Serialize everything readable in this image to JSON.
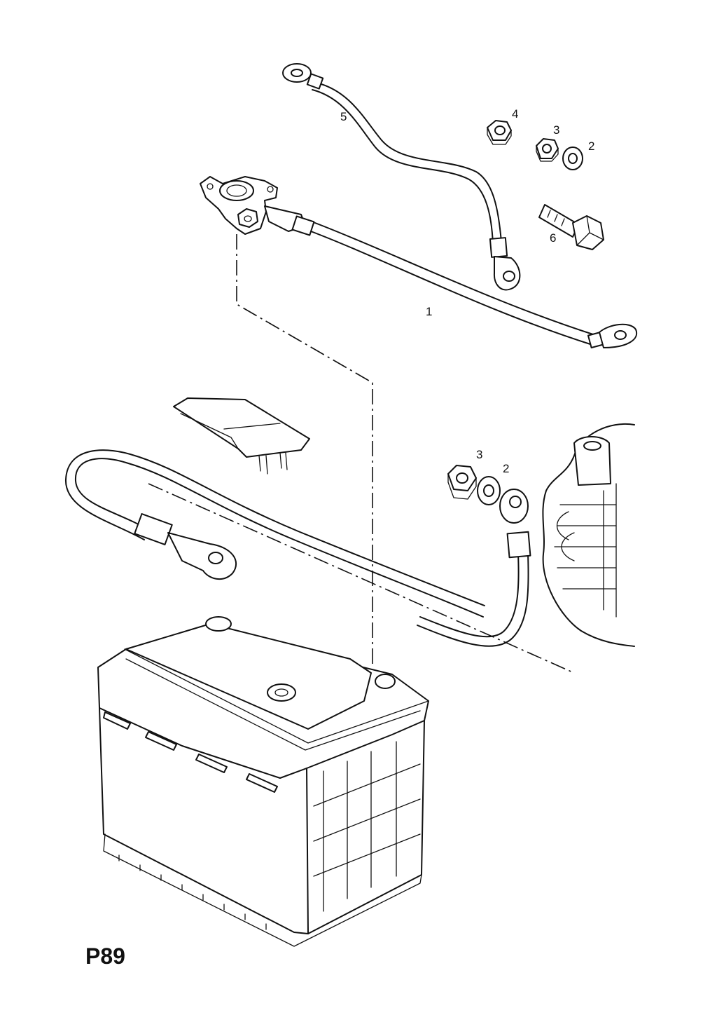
{
  "page": {
    "code": "P89"
  },
  "callouts": {
    "c1": "1",
    "c2a": "2",
    "c3a": "3",
    "c4": "4",
    "c5": "5",
    "c6": "6",
    "c3b": "3",
    "c2b": "2"
  },
  "parts": [
    {
      "ref": "1",
      "icon": "battery-cable-with-clamp-icon"
    },
    {
      "ref": "2",
      "icon": "washer-icon"
    },
    {
      "ref": "3",
      "icon": "nut-icon"
    },
    {
      "ref": "4",
      "icon": "nut-icon"
    },
    {
      "ref": "5",
      "icon": "ground-strap-icon"
    },
    {
      "ref": "6",
      "icon": "hex-bolt-icon"
    }
  ],
  "colors": {
    "line": "#111111",
    "background": "#ffffff"
  }
}
